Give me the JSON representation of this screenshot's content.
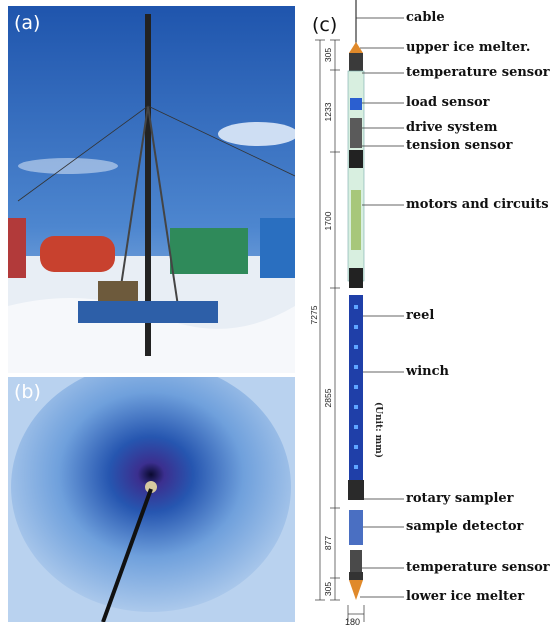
{
  "panels": {
    "a": {
      "label": "(a)"
    },
    "b": {
      "label": "(b)"
    },
    "c": {
      "label": "(c)"
    }
  },
  "components": [
    {
      "id": "cable",
      "label": "cable"
    },
    {
      "id": "upper-ice-melter",
      "label": "upper ice melter."
    },
    {
      "id": "temperature-sensor-top",
      "label": "temperature sensor"
    },
    {
      "id": "load-sensor",
      "label": "load sensor"
    },
    {
      "id": "drive-system",
      "label": "drive system"
    },
    {
      "id": "tension-sensor",
      "label": "tension sensor"
    },
    {
      "id": "motors-and-circuits",
      "label": "motors and circuits"
    },
    {
      "id": "reel",
      "label": "reel"
    },
    {
      "id": "winch",
      "label": "winch"
    },
    {
      "id": "rotary-sampler",
      "label": "rotary sampler"
    },
    {
      "id": "sample-detector",
      "label": "sample detector"
    },
    {
      "id": "temperature-sensor-bottom",
      "label": "temperature sensor"
    },
    {
      "id": "lower-ice-melter",
      "label": "lower ice melter"
    }
  ],
  "dimensions": {
    "segments": [
      "305",
      "1233",
      "1700",
      "2855",
      "877",
      "305"
    ],
    "total": "7275",
    "width": "180",
    "unit": "(Unit: mm)"
  },
  "colors": {
    "melter": "#e0892a",
    "winch_blue": "#1f3fa8",
    "sky": "#2b63b8",
    "ice": "#8fb6e0"
  }
}
